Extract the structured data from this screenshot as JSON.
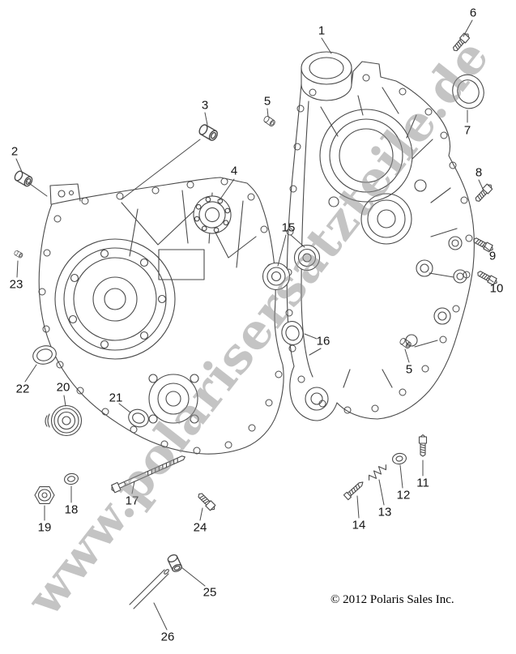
{
  "diagram": {
    "watermark": "www.polarisersatzteile.de",
    "copyright": "© 2012 Polaris Sales Inc.",
    "colors": {
      "line": "#4a4a4a",
      "watermark": "#8f8f8f",
      "text": "#151515"
    }
  },
  "callouts": {
    "p1": "1",
    "p2": "2",
    "p3": "3",
    "p4": "4",
    "p5a": "5",
    "p5b": "5",
    "p6": "6",
    "p7": "7",
    "p8": "8",
    "p9": "9",
    "p10": "10",
    "p11": "11",
    "p12": "12",
    "p13": "13",
    "p14": "14",
    "p15": "15",
    "p16": "16",
    "p17": "17",
    "p18": "18",
    "p19": "19",
    "p20": "20",
    "p21": "21",
    "p22": "22",
    "p23": "23",
    "p24": "24",
    "p25": "25",
    "p26": "26"
  }
}
